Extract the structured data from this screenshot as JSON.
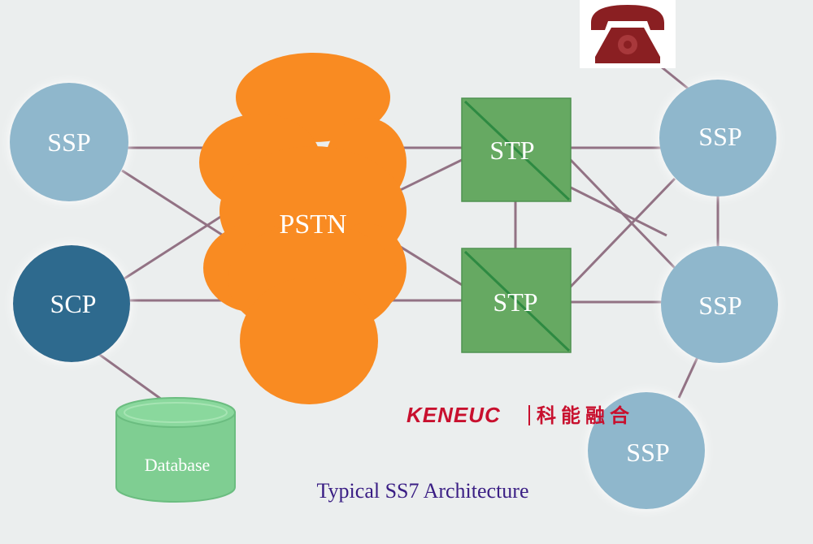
{
  "diagram": {
    "title": "Typical SS7 Architecture",
    "nodes": {
      "ssp_left": "SSP",
      "scp": "SCP",
      "database": "Database",
      "pstn": "PSTN",
      "stp_top": "STP",
      "stp_bottom": "STP",
      "ssp_right_top": "SSP",
      "ssp_right_middle": "SSP",
      "ssp_right_bottom": "SSP"
    },
    "icons": {
      "telephone": "telephone-icon"
    },
    "logo": {
      "latin": "KENEUC",
      "cjk": "科能融合"
    },
    "colors": {
      "background": "#ebeeee",
      "ssp": "#8fb7cc",
      "scp": "#2d6a8e",
      "pstn": "#f98b22",
      "stp": "#66a962",
      "database": "#7fce92",
      "link": "#927284",
      "telephone": "#8a1f22",
      "caption": "#3a1e84",
      "logo": "#c8102e"
    }
  }
}
